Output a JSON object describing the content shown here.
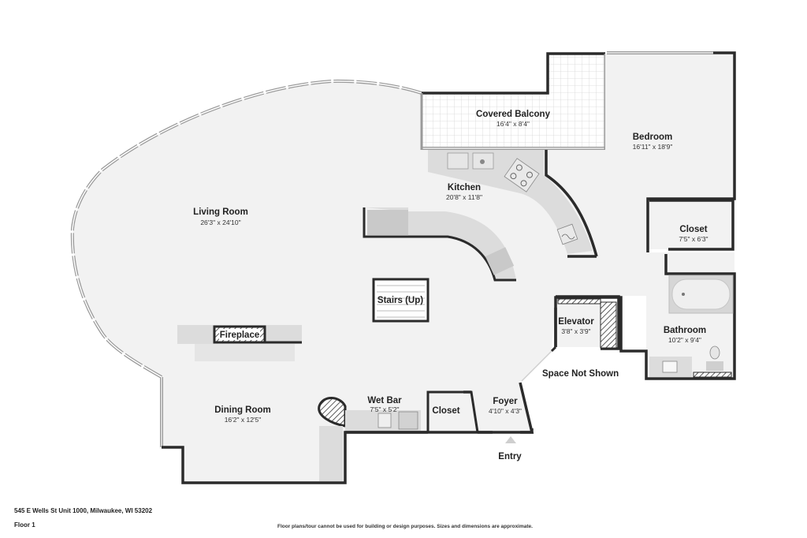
{
  "rooms": {
    "living_room": {
      "name": "Living Room",
      "dims": "26'3\" x 24'10\""
    },
    "covered_balcony": {
      "name": "Covered Balcony",
      "dims": "16'4\" x 8'4\""
    },
    "bedroom": {
      "name": "Bedroom",
      "dims": "16'11\" x 18'9\""
    },
    "kitchen": {
      "name": "Kitchen",
      "dims": "20'8\" x 11'8\""
    },
    "closet_bed": {
      "name": "Closet",
      "dims": "7'5\" x 6'3\""
    },
    "stairs": {
      "name": "Stairs (Up)"
    },
    "elevator": {
      "name": "Elevator",
      "dims": "3'8\" x 3'9\""
    },
    "bathroom": {
      "name": "Bathroom",
      "dims": "10'2\" x 9'4\""
    },
    "fireplace": {
      "name": "Fireplace"
    },
    "space_not_shown": {
      "name": "Space Not Shown"
    },
    "dining_room": {
      "name": "Dining Room",
      "dims": "16'2\" x 12'5\""
    },
    "wet_bar": {
      "name": "Wet Bar",
      "dims": "7'5\" x 5'2\""
    },
    "closet_entry": {
      "name": "Closet"
    },
    "foyer": {
      "name": "Foyer",
      "dims": "4'10\" x 4'3\""
    },
    "entry": {
      "name": "Entry"
    }
  },
  "footer": {
    "address": "545 E Wells St Unit 1000, Milwaukee, WI 53202",
    "floor": "Floor 1",
    "disclaimer": "Floor plans/tour cannot be used for building or design purposes. Sizes and dimensions are approximate."
  },
  "colors": {
    "wall": "#2b2b2b",
    "floor": "#f2f2f2",
    "fixture": "#dcdcdc",
    "window": "#bdbdbd"
  }
}
